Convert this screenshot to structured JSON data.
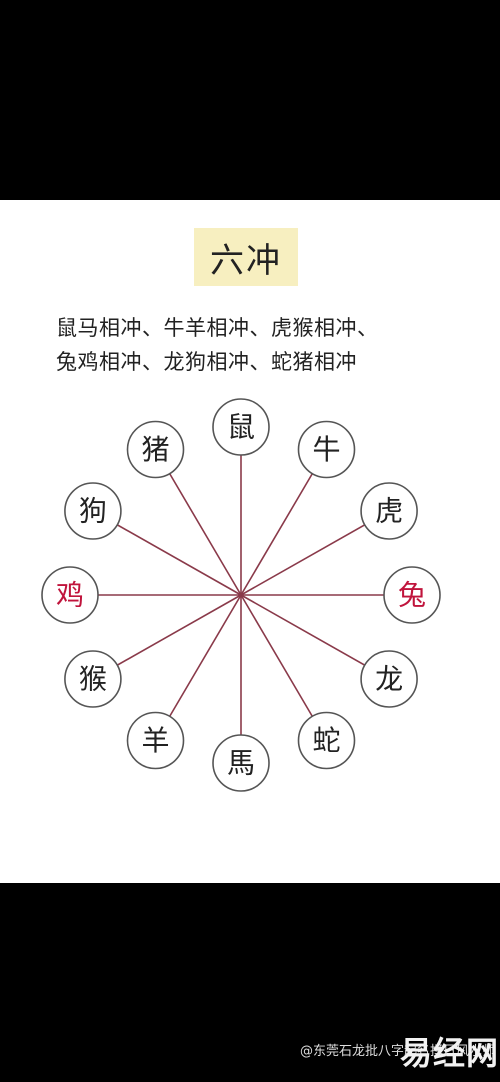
{
  "title": "六冲",
  "pairs_text": [
    "鼠马相冲、牛羊相冲、虎猴相冲、",
    "兔鸡相冲、龙狗相冲、蛇猪相冲"
  ],
  "nodes": [
    {
      "label": "鼠",
      "highlight": false
    },
    {
      "label": "牛",
      "highlight": false
    },
    {
      "label": "虎",
      "highlight": false
    },
    {
      "label": "兔",
      "highlight": true
    },
    {
      "label": "龙",
      "highlight": false
    },
    {
      "label": "蛇",
      "highlight": false
    },
    {
      "label": "馬",
      "highlight": false
    },
    {
      "label": "羊",
      "highlight": false
    },
    {
      "label": "猴",
      "highlight": false
    },
    {
      "label": "鸡",
      "highlight": true
    },
    {
      "label": "狗",
      "highlight": false
    },
    {
      "label": "猪",
      "highlight": false
    }
  ],
  "colors": {
    "line": "#8a3a4a",
    "highlight_text": "#c0143c",
    "title_bg": "#f7efc0"
  },
  "watermark": "@东莞石龙批八字起名择日风水师",
  "brand": "易经网"
}
